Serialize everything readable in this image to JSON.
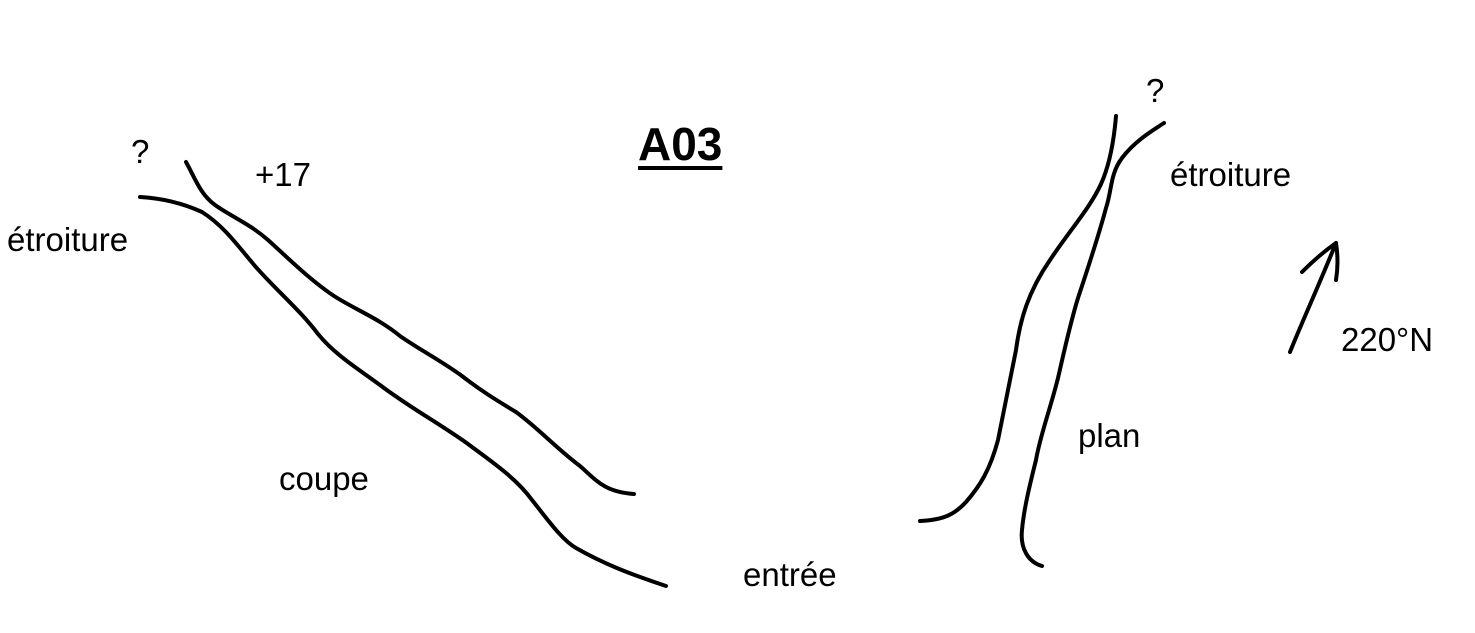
{
  "diagram": {
    "title": "A03",
    "coupe": {
      "label": "coupe",
      "narrowing_label": "étroiture",
      "unknown_mark": "?",
      "height_label": "+17"
    },
    "plan": {
      "label": "plan",
      "narrowing_label": "étroiture",
      "unknown_mark": "?"
    },
    "entrance_label": "entrée",
    "orientation": {
      "label": "220°N",
      "icon": "north-arrow-icon"
    },
    "colors": {
      "ink": "#000000",
      "background": "#ffffff"
    }
  }
}
